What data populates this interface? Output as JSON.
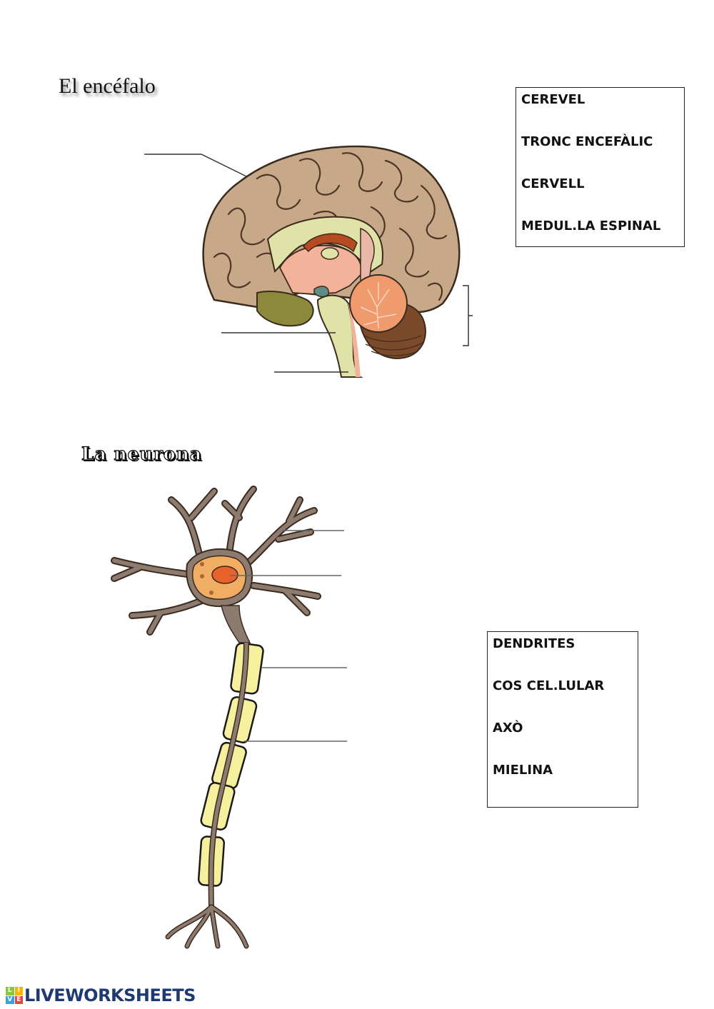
{
  "section_brain": {
    "title": "El encéfalo",
    "word_bank": [
      "CEREVEL",
      "TRONC ENCEFÀLIC",
      "CERVELL",
      "MEDUL.LA ESPINAL"
    ]
  },
  "section_neuron": {
    "title": "La neurona",
    "word_bank": [
      "DENDRITES",
      "COS CEL.LULAR",
      "AXÒ",
      "MIELINA"
    ]
  },
  "footer": {
    "brand": "LIVEWORKSHEETS",
    "logo_letters": [
      "L",
      "I",
      "V",
      "E"
    ],
    "logo_colors": [
      "#8cc63f",
      "#f7b500",
      "#3aa0dd",
      "#e6463c"
    ]
  },
  "colors": {
    "cortex": "#c7a888",
    "cortex_line": "#5a3d2a",
    "inner_pink": "#f2b39a",
    "light_green": "#dfe3a8",
    "olive": "#8a8a3a",
    "cerebellum": "#ef9b6e",
    "cerebellum_dark": "#7a4a2a",
    "neuron_body": "#8c7b6e",
    "soma": "#f1ad63",
    "nucleus": "#e8622c",
    "myelin": "#f6ef9e"
  }
}
